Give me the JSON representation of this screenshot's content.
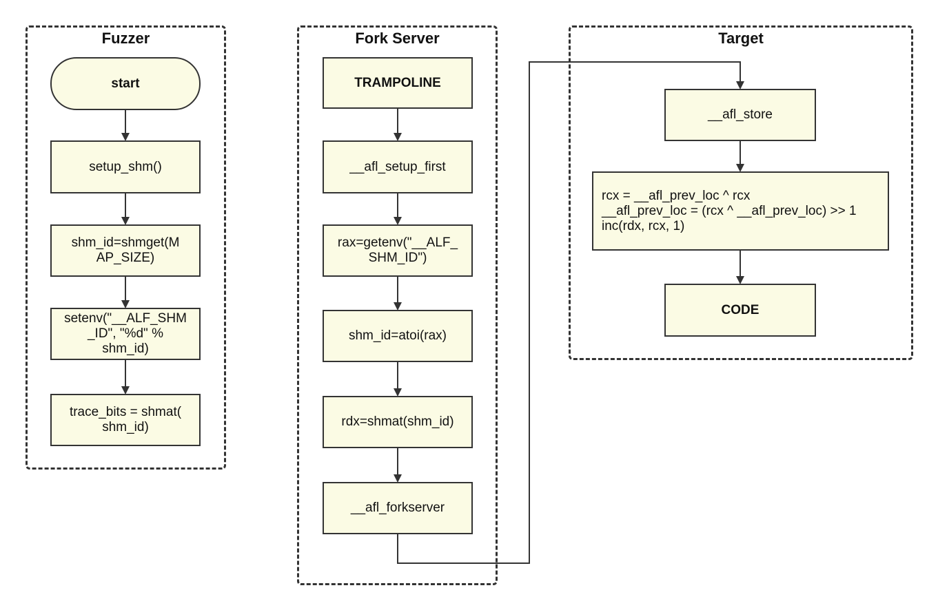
{
  "lanes": {
    "fuzzer": {
      "title": "Fuzzer"
    },
    "fork_server": {
      "title": "Fork Server"
    },
    "target": {
      "title": "Target"
    }
  },
  "nodes": {
    "start": "start",
    "setup_shm": "setup_shm()",
    "shmget": "shm_id=shmget(M\nAP_SIZE)",
    "setenv": "setenv(\"__ALF_SHM\n_ID\", \"%d\" %\nshm_id)",
    "shmat_fuzzer": "trace_bits = shmat(\nshm_id)",
    "trampoline": "TRAMPOLINE",
    "afl_setup_first": "__afl_setup_first",
    "getenv": "rax=getenv(\"__ALF_\nSHM_ID\")",
    "atoi": "shm_id=atoi(rax)",
    "shmat_fork": "rdx=shmat(shm_id)",
    "afl_forkserver": "__afl_forkserver",
    "afl_store": "__afl_store",
    "prev_loc": "rcx = __afl_prev_loc ^ rcx\n__afl_prev_loc  = (rcx ^ __afl_prev_loc) >> 1\ninc(rdx, rcx, 1)",
    "code": "CODE"
  },
  "colors": {
    "node_fill": "#fbfbe4",
    "stroke": "#333333"
  }
}
